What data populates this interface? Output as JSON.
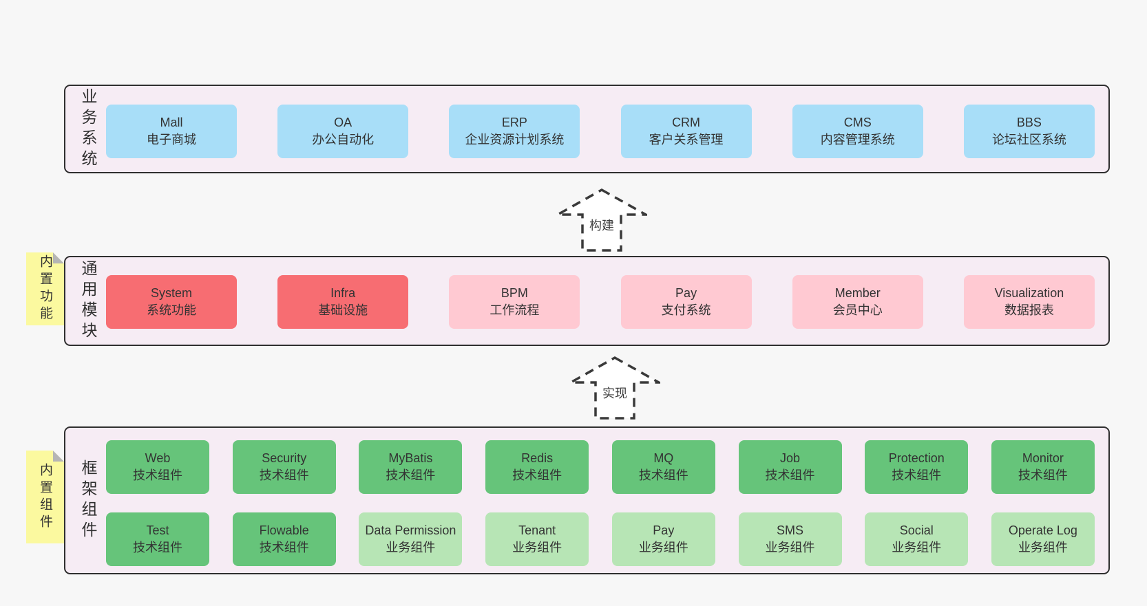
{
  "colors": {
    "page_bg": "#f7f7f7",
    "band_bg": "#f6ecf4",
    "band_border": "#2f2f2f",
    "blue_box": "#a8def8",
    "red_box": "#f76d72",
    "pink_box": "#ffc9d2",
    "green_dark_box": "#66c47a",
    "green_light_box": "#b7e5b5",
    "yellow_tag": "#fbf99f",
    "tag_fold": "#b5b5b5",
    "arrow_stroke": "#3a3a3a",
    "text": "#333333"
  },
  "arrows": [
    {
      "label": "构建"
    },
    {
      "label": "实现"
    }
  ],
  "bands": [
    {
      "label": "业务系统",
      "boxes": [
        {
          "name": "Mall",
          "desc": "电子商城"
        },
        {
          "name": "OA",
          "desc": "办公自动化"
        },
        {
          "name": "ERP",
          "desc": "企业资源计划系统"
        },
        {
          "name": "CRM",
          "desc": "客户关系管理"
        },
        {
          "name": "CMS",
          "desc": "内容管理系统"
        },
        {
          "name": "BBS",
          "desc": "论坛社区系统"
        }
      ]
    },
    {
      "label": "通用模块",
      "tag": "内置功能",
      "boxes": [
        {
          "name": "System",
          "desc": "系统功能",
          "variant": "red"
        },
        {
          "name": "Infra",
          "desc": "基础设施",
          "variant": "red"
        },
        {
          "name": "BPM",
          "desc": "工作流程",
          "variant": "pink"
        },
        {
          "name": "Pay",
          "desc": "支付系统",
          "variant": "pink"
        },
        {
          "name": "Member",
          "desc": "会员中心",
          "variant": "pink"
        },
        {
          "name": "Visualization",
          "desc": "数据报表",
          "variant": "pink"
        }
      ]
    },
    {
      "label": "框架组件",
      "tag": "内置组件",
      "rows": [
        [
          {
            "name": "Web",
            "desc": "技术组件",
            "variant": "dark"
          },
          {
            "name": "Security",
            "desc": "技术组件",
            "variant": "dark"
          },
          {
            "name": "MyBatis",
            "desc": "技术组件",
            "variant": "dark"
          },
          {
            "name": "Redis",
            "desc": "技术组件",
            "variant": "dark"
          },
          {
            "name": "MQ",
            "desc": "技术组件",
            "variant": "dark"
          },
          {
            "name": "Job",
            "desc": "技术组件",
            "variant": "dark"
          },
          {
            "name": "Protection",
            "desc": "技术组件",
            "variant": "dark"
          },
          {
            "name": "Monitor",
            "desc": "技术组件",
            "variant": "dark"
          }
        ],
        [
          {
            "name": "Test",
            "desc": "技术组件",
            "variant": "dark"
          },
          {
            "name": "Flowable",
            "desc": "技术组件",
            "variant": "dark"
          },
          {
            "name": "Data Permission",
            "desc": "业务组件",
            "variant": "light"
          },
          {
            "name": "Tenant",
            "desc": "业务组件",
            "variant": "light"
          },
          {
            "name": "Pay",
            "desc": "业务组件",
            "variant": "light"
          },
          {
            "name": "SMS",
            "desc": "业务组件",
            "variant": "light"
          },
          {
            "name": "Social",
            "desc": "业务组件",
            "variant": "light"
          },
          {
            "name": "Operate Log",
            "desc": "业务组件",
            "variant": "light"
          }
        ]
      ]
    }
  ]
}
